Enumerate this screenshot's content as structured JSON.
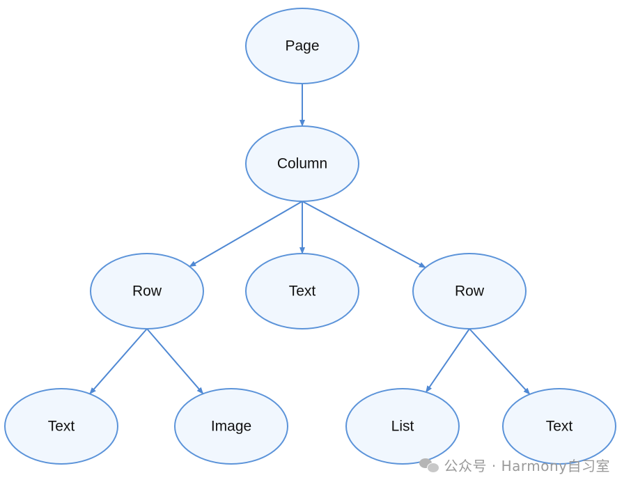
{
  "diagram": {
    "nodes": [
      {
        "id": "page",
        "label": "Page"
      },
      {
        "id": "column",
        "label": "Column"
      },
      {
        "id": "row1",
        "label": "Row"
      },
      {
        "id": "text1",
        "label": "Text"
      },
      {
        "id": "row2",
        "label": "Row"
      },
      {
        "id": "text2",
        "label": "Text"
      },
      {
        "id": "image",
        "label": "Image"
      },
      {
        "id": "list",
        "label": "List"
      },
      {
        "id": "text3",
        "label": "Text"
      }
    ],
    "edges": [
      {
        "from": "page",
        "to": "column"
      },
      {
        "from": "column",
        "to": "row1"
      },
      {
        "from": "column",
        "to": "text1"
      },
      {
        "from": "column",
        "to": "row2"
      },
      {
        "from": "row1",
        "to": "text2"
      },
      {
        "from": "row1",
        "to": "image"
      },
      {
        "from": "row2",
        "to": "list"
      },
      {
        "from": "row2",
        "to": "text3"
      }
    ],
    "colors": {
      "node_fill": "#f1f7fe",
      "node_stroke": "#5b93d9",
      "edge": "#4f88d3",
      "label": "#111111"
    }
  },
  "watermark": {
    "text": "公众号 · Harmony自习室",
    "icon": "wechat-icon"
  }
}
